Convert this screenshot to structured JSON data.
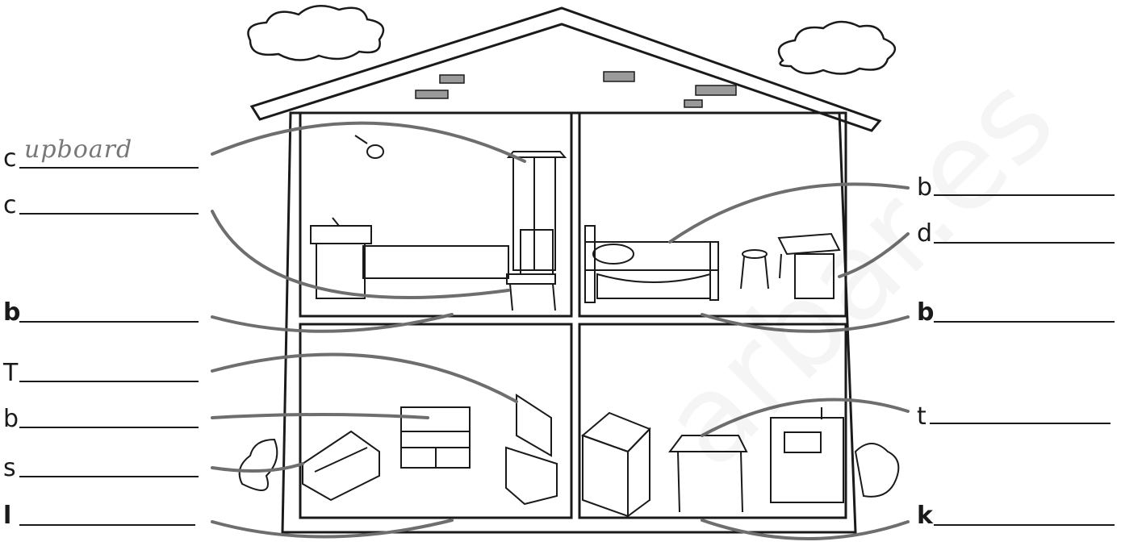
{
  "left_labels": [
    {
      "letter": "c",
      "answer": "upboard"
    },
    {
      "letter": "c"
    },
    {
      "letter": "b"
    },
    {
      "letter": "T"
    },
    {
      "letter": "b"
    },
    {
      "letter": "s"
    },
    {
      "letter": "l"
    }
  ],
  "right_labels": [
    {
      "letter": "b"
    },
    {
      "letter": "d"
    },
    {
      "letter": "b"
    },
    {
      "letter": "t"
    },
    {
      "letter": "k"
    }
  ],
  "watermark": "arbar.es",
  "colors": {
    "line": "#1a1a1a",
    "connector": "#6e6e6e",
    "brick": "#9a9a9a"
  }
}
